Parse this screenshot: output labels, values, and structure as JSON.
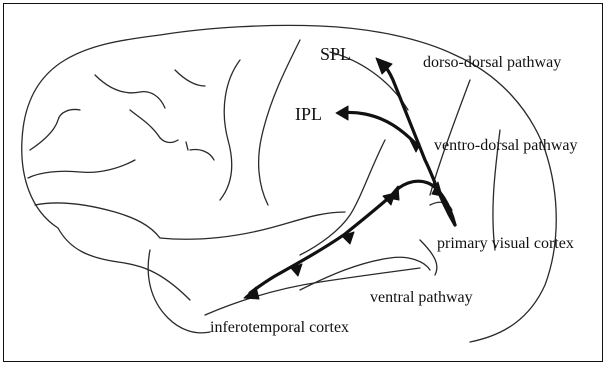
{
  "labels": {
    "spl": "SPL",
    "ipl": "IPL",
    "dorso_dorsal": "dorso-dorsal pathway",
    "ventro_dorsal": "ventro-dorsal pathway",
    "primary_visual": "primary visual cortex",
    "ventral": "ventral pathway",
    "inferotemporal": "inferotemporal cortex"
  }
}
